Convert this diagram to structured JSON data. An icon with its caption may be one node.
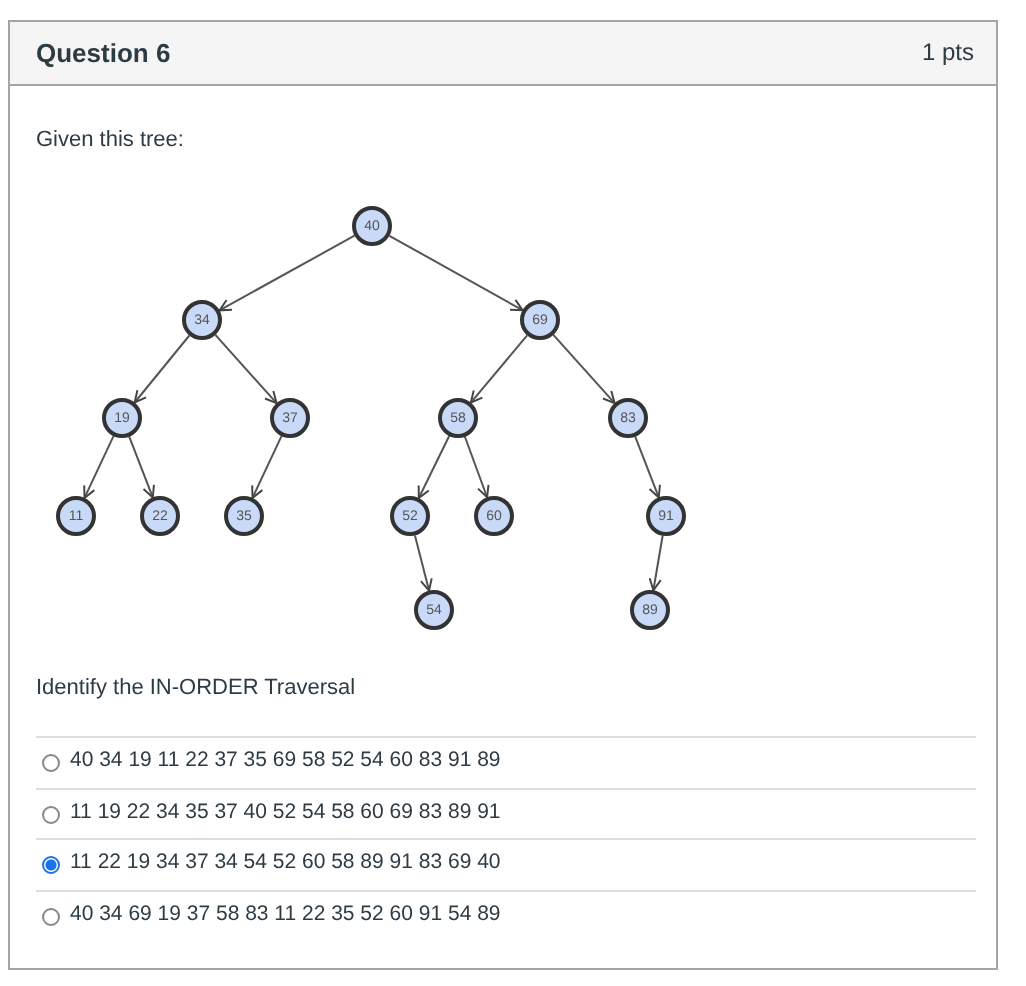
{
  "diagram": {
    "title": "Question 6",
    "nodes": [
      {
        "text": [
          "40"
        ]
      },
      {
        "text": [
          "34"
        ]
      },
      {
        "text": [
          "69"
        ]
      },
      {
        "text": [
          "19"
        ]
      },
      {
        "text": [
          "37"
        ]
      },
      {
        "text": [
          "58"
        ]
      },
      {
        "text": [
          "83"
        ]
      },
      {
        "text": [
          "11"
        ]
      },
      {
        "text": [
          "22"
        ]
      },
      {
        "text": [
          "35"
        ]
      },
      {
        "text": [
          "52"
        ]
      },
      {
        "text": [
          "60"
        ]
      },
      {
        "text": [
          "91"
        ]
      },
      {
        "text": [
          "54"
        ]
      },
      {
        "text": [
          "89"
        ]
      }
    ],
    "edges": [
      {
        "from": 0,
        "to": 1,
        "arrow": "to"
      },
      {
        "from": 0,
        "to": 2,
        "arrow": "to"
      },
      {
        "from": 1,
        "to": 3,
        "arrow": "to"
      },
      {
        "from": 1,
        "to": 4,
        "arrow": "to"
      },
      {
        "from": 2,
        "to": 5,
        "arrow": "to"
      },
      {
        "from": 2,
        "to": 6,
        "arrow": "to"
      },
      {
        "from": 3,
        "to": 7,
        "arrow": "to"
      },
      {
        "from": 3,
        "to": 8,
        "arrow": "to"
      },
      {
        "from": 4,
        "to": 9,
        "arrow": "to"
      },
      {
        "from": 5,
        "to": 10,
        "arrow": "to"
      },
      {
        "from": 5,
        "to": 11,
        "arrow": "to"
      },
      {
        "from": 6,
        "to": 12,
        "arrow": "to"
      },
      {
        "from": 10,
        "to": 13,
        "arrow": "to"
      },
      {
        "from": 12,
        "to": 14,
        "arrow": "to"
      }
    ],
    "labels": [
      "1 pts",
      "Given this tree:",
      "Identify the IN-ORDER Traversal",
      "40 34 19 11 22 37 35 69 58 52 54 60 83 91 89",
      "11 19 22 34 35 37 40 52 54 58 60 69 83 89 91",
      "11 22 19 34 37 34 54 52 60 58 89 91 83 69 40",
      "40 34 69 19 37 58 83 11 22 35 52 60 91 54 89"
    ]
  }
}
